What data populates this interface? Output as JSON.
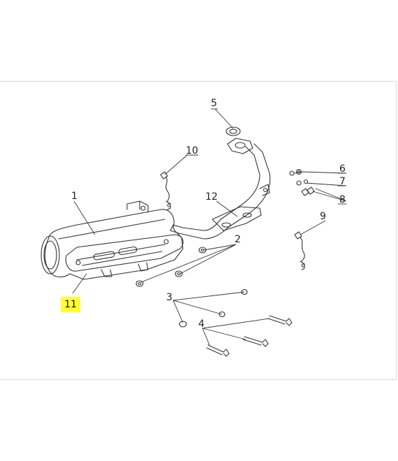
{
  "diagram": {
    "callouts": [
      {
        "id": "1",
        "label": "1"
      },
      {
        "id": "2",
        "label": "2"
      },
      {
        "id": "3",
        "label": "3"
      },
      {
        "id": "4",
        "label": "4"
      },
      {
        "id": "5",
        "label": "5"
      },
      {
        "id": "6",
        "label": "6"
      },
      {
        "id": "7",
        "label": "7"
      },
      {
        "id": "8",
        "label": "8"
      },
      {
        "id": "9",
        "label": "9"
      },
      {
        "id": "10",
        "label": "10"
      },
      {
        "id": "12",
        "label": "12"
      }
    ],
    "highlighted_callout": {
      "label": "11",
      "color": "#ffff33"
    }
  },
  "colors": {
    "line": "#333333",
    "background": "#ffffff",
    "frame": "#d8d8d8"
  }
}
